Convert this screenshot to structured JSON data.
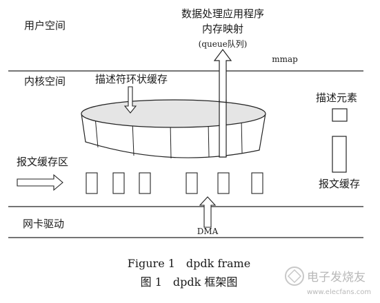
{
  "regions": {
    "user_space": "用户空间",
    "kernel_space": "内核空间",
    "nic_driver": "网卡驱动"
  },
  "app_label": {
    "line1": "数据处理应用程序",
    "line2": "内存映射",
    "line3": "(queue队列)"
  },
  "mmap_label": "mmap",
  "ring_label": "描述符环状缓存",
  "legend": {
    "descriptor": "描述元素",
    "packet_buffer": "报文缓存"
  },
  "packet_area_label": "报文缓存区",
  "dma_label": "DMA",
  "caption": {
    "en": "Figure 1　dpdk frame",
    "zh": "图 1　dpdk 框架图"
  },
  "watermark": {
    "text": "电子发烧友",
    "url": "www.elecfans.com"
  }
}
